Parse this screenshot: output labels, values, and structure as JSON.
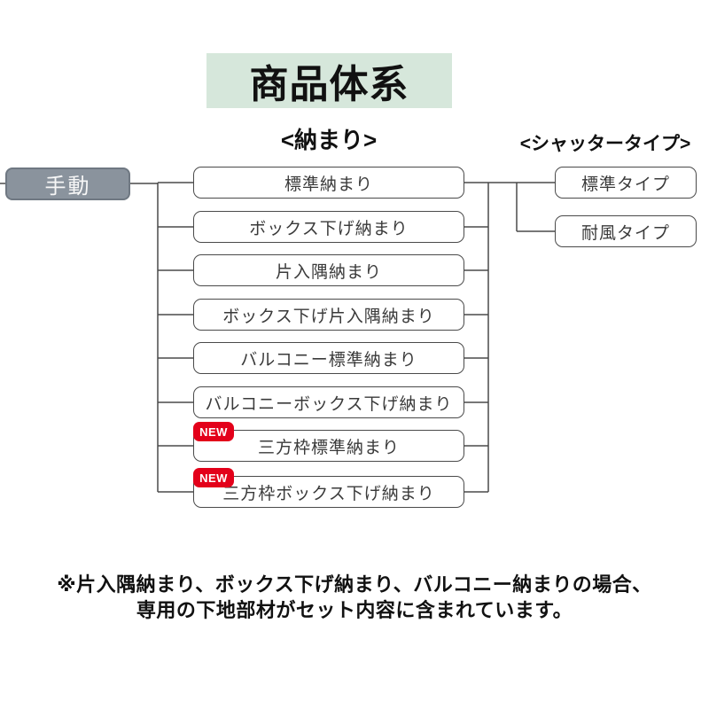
{
  "title": "商品体系",
  "columns": {
    "nakamari_header": "<納まり>",
    "shutter_type_header": "<シャッタータイプ>"
  },
  "flow": {
    "root": {
      "label": "手動"
    },
    "nakamari": {
      "items": [
        {
          "label": "標準納まり"
        },
        {
          "label": "ボックス下げ納まり"
        },
        {
          "label": "片入隅納まり"
        },
        {
          "label": "ボックス下げ片入隅納まり"
        },
        {
          "label": "バルコニー標準納まり"
        },
        {
          "label": "バルコニーボックス下げ納まり"
        },
        {
          "label": "三方枠標準納まり",
          "badge": "NEW"
        },
        {
          "label": "三方枠ボックス下げ納まり",
          "badge": "NEW"
        }
      ]
    },
    "shutter_types": {
      "items": [
        {
          "label": "標準タイプ"
        },
        {
          "label": "耐風タイプ"
        }
      ]
    }
  },
  "footnote": {
    "line1": "※片入隅納まり、ボックス下げ納まり、バルコニー納まりの場合、",
    "line2": "専用の下地部材がセット内容に含まれています。"
  },
  "colors": {
    "title_bg": "#d6e7db",
    "root_box_bg": "#8a939d",
    "root_box_border": "#6f7882",
    "badge_bg": "#e3001a",
    "box_border": "#4a4a4a",
    "line": "#4a4a4a"
  }
}
